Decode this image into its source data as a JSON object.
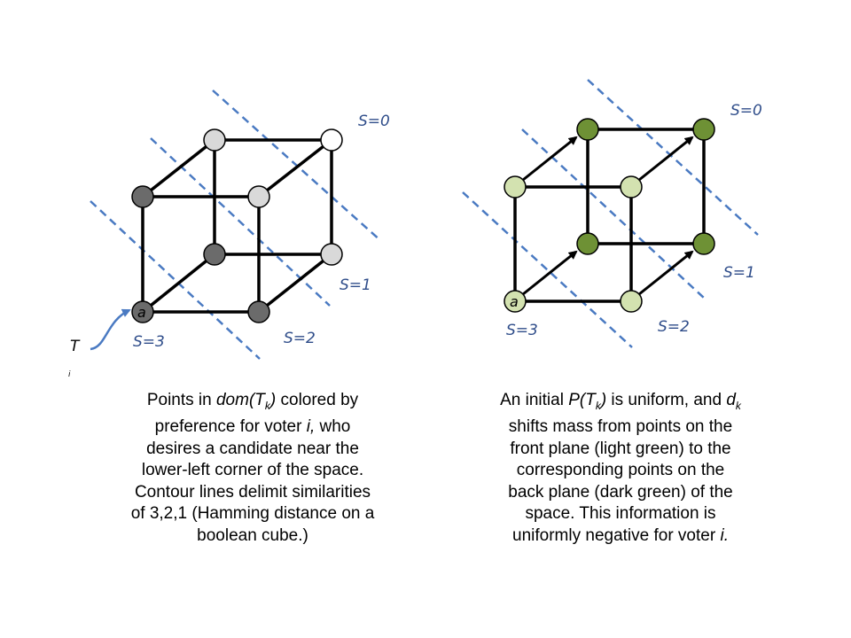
{
  "left_panel": {
    "contour_labels": [
      "S=0",
      "S=1",
      "S=2",
      "S=3"
    ],
    "node_label": "a",
    "pointer_label": "T",
    "pointer_subscript": "i",
    "node_colors": {
      "dark": "#6b6b6b",
      "light": "#d9d9d9",
      "white": "#ffffff"
    }
  },
  "right_panel": {
    "contour_labels": [
      "S=0",
      "S=1",
      "S=2",
      "S=3"
    ],
    "node_label": "a",
    "node_colors": {
      "light_green": "#d3e2b0",
      "dark_green": "#6e9135"
    }
  },
  "colors": {
    "contour": "#4a7ac2",
    "label_text": "#2f4d8a"
  },
  "captions": {
    "left": {
      "l1_a": "Points in ",
      "l1_b": "dom(T",
      "l1_sub": "k",
      "l1_c": ")",
      "l1_d": " colored by",
      "l2_a": "preference for voter ",
      "l2_b": "i,",
      "l2_c": " who",
      "l3": "desires a candidate near the",
      "l4": "lower-left corner of the space.",
      "l5": "Contour lines delimit similarities",
      "l6": "of 3,2,1 (Hamming distance on a",
      "l7": "boolean cube.)"
    },
    "right": {
      "l1_a": "An initial ",
      "l1_b": "P(T",
      "l1_sub": "k",
      "l1_c": ")",
      "l1_d": " is uniform, and ",
      "l1_e": "d",
      "l1_sub2": "k",
      "l2": "shifts mass from points on the",
      "l3": "front plane (light green) to the",
      "l4": "corresponding points on the",
      "l5": "back plane (dark green) of the",
      "l6_a": "space.  This information is",
      "l7_a": "uniformly negative for voter ",
      "l7_b": "i."
    }
  }
}
